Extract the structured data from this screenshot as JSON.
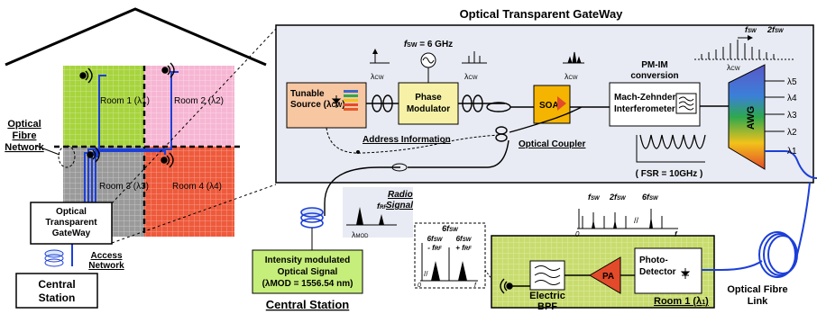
{
  "gateway": {
    "title": "Optical Transparent GateWay",
    "tunable_source": [
      "Tunable",
      "Source ("
    ],
    "lambda_cw": "λCW",
    "phase_modulator": [
      "Phase",
      "Modulator"
    ],
    "fsw_label": "fSW = 6 GHz",
    "address_info": "Address Information",
    "soa": "SOA",
    "optical_coupler": "Optical Coupler",
    "pmim": [
      "PM-IM",
      "conversion"
    ],
    "mzi": [
      "Mach-Zehnder",
      "Interferometer"
    ],
    "fsr": "( FSR = 10GHz )",
    "awg": "AWG",
    "outputs": [
      "λ5",
      "λ4",
      "λ3",
      "λ2",
      "λ1"
    ],
    "comb_labels": [
      "fSW",
      "2fSW",
      "λCW"
    ]
  },
  "house": {
    "rooms": [
      "Room 1 (λ1)",
      "Room 2 (λ2)",
      "Room 3 (λ3)",
      "Room 4 (λ4)"
    ],
    "optical_fibre_network": [
      "Optical",
      "Fibre",
      "Network"
    ],
    "gateway_box": [
      "Optical",
      "Transparent",
      "GateWay"
    ],
    "access_network": [
      "Access",
      "Network"
    ],
    "central_station_box": [
      "Central",
      "Station"
    ]
  },
  "central": {
    "label": "Central Station",
    "signal_box": [
      "Intensity modulated",
      "Optical Signal",
      "(λMOD = 1556.54 nm)"
    ],
    "radio_signal": [
      "Radio",
      "Signal"
    ],
    "lambda_mod": "λMOD",
    "frf": "fRF"
  },
  "room1": {
    "label": "Room 1 (λ1)",
    "electric_bpf": [
      "Electric",
      "BPF"
    ],
    "pa": "PA",
    "photodetector": [
      "Photo-",
      "Detector"
    ],
    "fiber_link": [
      "Optical Fibre",
      "Link"
    ],
    "spectrum_top": [
      "fSW",
      "2fSW",
      "6fSW",
      "f"
    ],
    "spectrum_left": [
      "6fSW",
      "6fSW",
      "6fSW",
      "- fRF",
      "+ fRF",
      "f",
      "0"
    ]
  }
}
